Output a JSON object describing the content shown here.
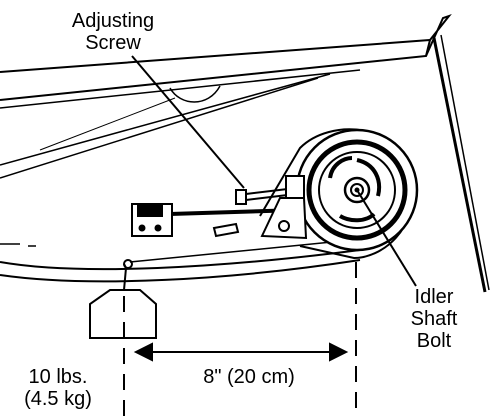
{
  "labels": {
    "adjusting_screw": [
      "Adjusting",
      "Screw"
    ],
    "idler_shaft_bolt": [
      "Idler",
      "Shaft",
      "Bolt"
    ],
    "weight": [
      "10 lbs.",
      "(4.5 kg)"
    ],
    "dimension": "8\" (20 cm)"
  },
  "colors": {
    "ink": "#000000",
    "paper": "#ffffff"
  }
}
